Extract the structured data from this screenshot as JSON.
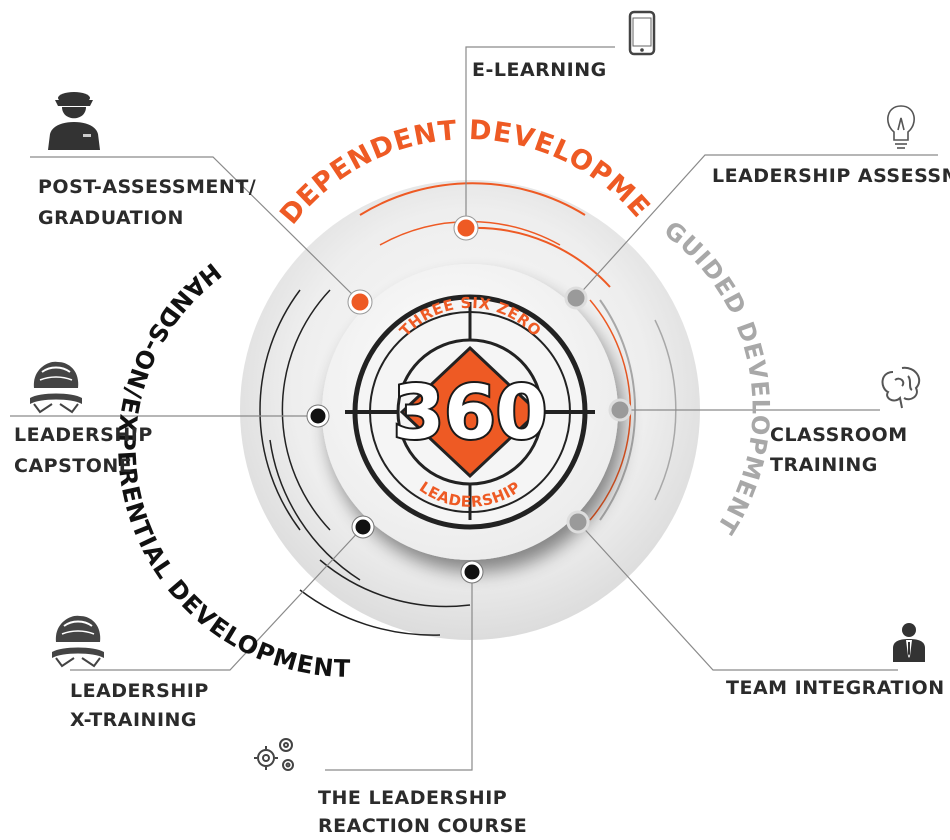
{
  "center_logo": {
    "top_arc": "THREE SIX ZERO",
    "number": "360",
    "bottom_arc": "LEADERSHIP"
  },
  "categories": {
    "independent": "INDEPENDENT DEVELOPMENT",
    "guided": "GUIDED DEVELOPMENT",
    "hands_on": "HANDS-ON/EXPERENTIAL DEVELOPMENT"
  },
  "items": {
    "e_learning": {
      "line1": "E-LEARNING",
      "icon": "phone-icon"
    },
    "leadership_assessment": {
      "line1": "LEADERSHIP ASSESSMENT",
      "icon": "lightbulb-icon"
    },
    "classroom_training": {
      "line1": "CLASSROOM",
      "line2": "TRAINING",
      "icon": "brain-icon"
    },
    "team_integration": {
      "line1": "TEAM INTEGRATION",
      "icon": "businessman-icon"
    },
    "reaction_course": {
      "line1": "THE LEADERSHIP",
      "line2": "REACTION COURSE",
      "icon": "gears-icon"
    },
    "x_training": {
      "line1": "LEADERSHIP",
      "line2": "X-TRAINING",
      "icon": "helmet-icon"
    },
    "capstone": {
      "line1": "LEADERSHIP",
      "line2": "CAPSTONE",
      "icon": "helmet-icon"
    },
    "post_assessment": {
      "line1": "POST-ASSESSMENT/",
      "line2": "GRADUATION",
      "icon": "officer-icon"
    }
  },
  "colors": {
    "accent_orange": "#ee5a24",
    "guided_gray": "#a8a8a8",
    "text_dark": "#2b2b2b",
    "line_gray": "#8a8a8a",
    "hands_on_black": "#111111"
  }
}
